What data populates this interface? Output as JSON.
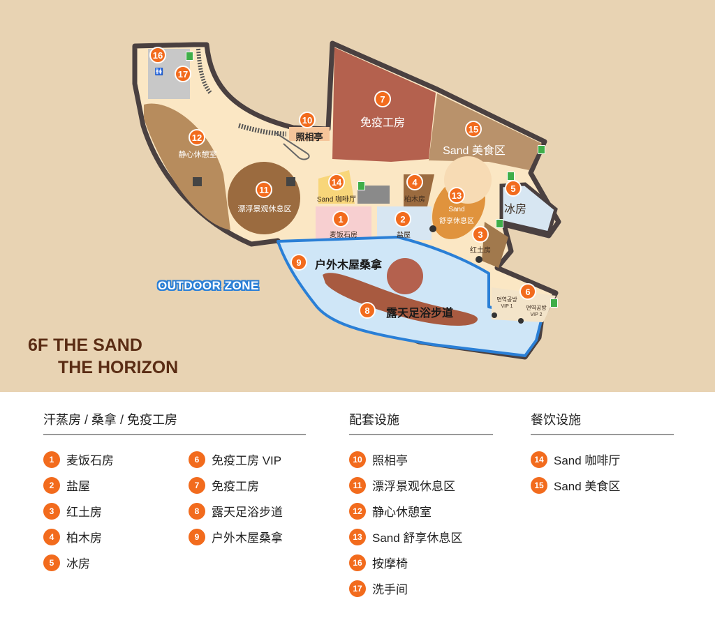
{
  "map": {
    "floor_title_line1": "6F THE SAND",
    "floor_title_line2": "THE HORIZON",
    "outdoor_zone_label": "OUTDOOR ZONE",
    "colors": {
      "background": "#e8d3b3",
      "floor": "#fbe7c4",
      "marker": "#f26b1d",
      "outdoor_zone": "#cfe6f7",
      "outdoor_border": "#2a7fd6",
      "walkway": "#a85a40",
      "immunity_room": "#b4614e",
      "food_court": "#b9926b",
      "rest_room": "#b78c5d",
      "floating_lounge": "#9b6b3f",
      "relax_lounge": "#e0933d",
      "exit": "#3fae49"
    },
    "markers": [
      {
        "number": "1",
        "label": "麦饭石房"
      },
      {
        "number": "2",
        "label": "盐屋"
      },
      {
        "number": "3",
        "label": "红土房"
      },
      {
        "number": "4",
        "label": "柏木房"
      },
      {
        "number": "5",
        "label": "冰房"
      },
      {
        "number": "6",
        "label": ""
      },
      {
        "number": "7",
        "label": "免疫工房"
      },
      {
        "number": "8",
        "label": "露天足浴步道"
      },
      {
        "number": "9",
        "label": "户外木屋桑拿"
      },
      {
        "number": "10",
        "label": "照相亭"
      },
      {
        "number": "11",
        "label": "漂浮景观休息区"
      },
      {
        "number": "12",
        "label": "静心休憩室"
      },
      {
        "number": "13",
        "label": "Sand 舒享休息区"
      },
      {
        "number": "14",
        "label": "Sand 咖啡厅"
      },
      {
        "number": "15",
        "label": "Sand 美食区"
      },
      {
        "number": "16",
        "label": ""
      },
      {
        "number": "17",
        "label": ""
      }
    ],
    "extra_labels": {
      "sand_lounge_line1": "Sand",
      "sand_lounge_line2": "舒享休息区",
      "vip_room_1": "면역공방",
      "vip_room_1_sub": "VIP 1",
      "vip_room_2": "면역공방",
      "vip_room_2_sub": "VIP 2"
    },
    "icons": [
      "restroom-icon",
      "exit-icon",
      "stairs-icon"
    ]
  },
  "legend": {
    "sauna": {
      "heading": "汗蒸房 / 桑拿 / 免疫工房",
      "items": [
        {
          "number": "1",
          "label": "麦饭石房"
        },
        {
          "number": "2",
          "label": "盐屋"
        },
        {
          "number": "3",
          "label": "红土房"
        },
        {
          "number": "4",
          "label": "柏木房"
        },
        {
          "number": "5",
          "label": "冰房"
        },
        {
          "number": "6",
          "label": "免疫工房 VIP"
        },
        {
          "number": "7",
          "label": "免疫工房"
        },
        {
          "number": "8",
          "label": "露天足浴步道"
        },
        {
          "number": "9",
          "label": "户外木屋桑拿"
        }
      ]
    },
    "facilities": {
      "heading": "配套设施",
      "items": [
        {
          "number": "10",
          "label": "照相亭"
        },
        {
          "number": "11",
          "label": "漂浮景观休息区"
        },
        {
          "number": "12",
          "label": "静心休憩室"
        },
        {
          "number": "13",
          "label": "Sand 舒享休息区"
        },
        {
          "number": "16",
          "label": "按摩椅"
        },
        {
          "number": "17",
          "label": "洗手间"
        }
      ]
    },
    "dining": {
      "heading": "餐饮设施",
      "items": [
        {
          "number": "14",
          "label": "Sand 咖啡厅"
        },
        {
          "number": "15",
          "label": "Sand 美食区"
        }
      ]
    }
  }
}
